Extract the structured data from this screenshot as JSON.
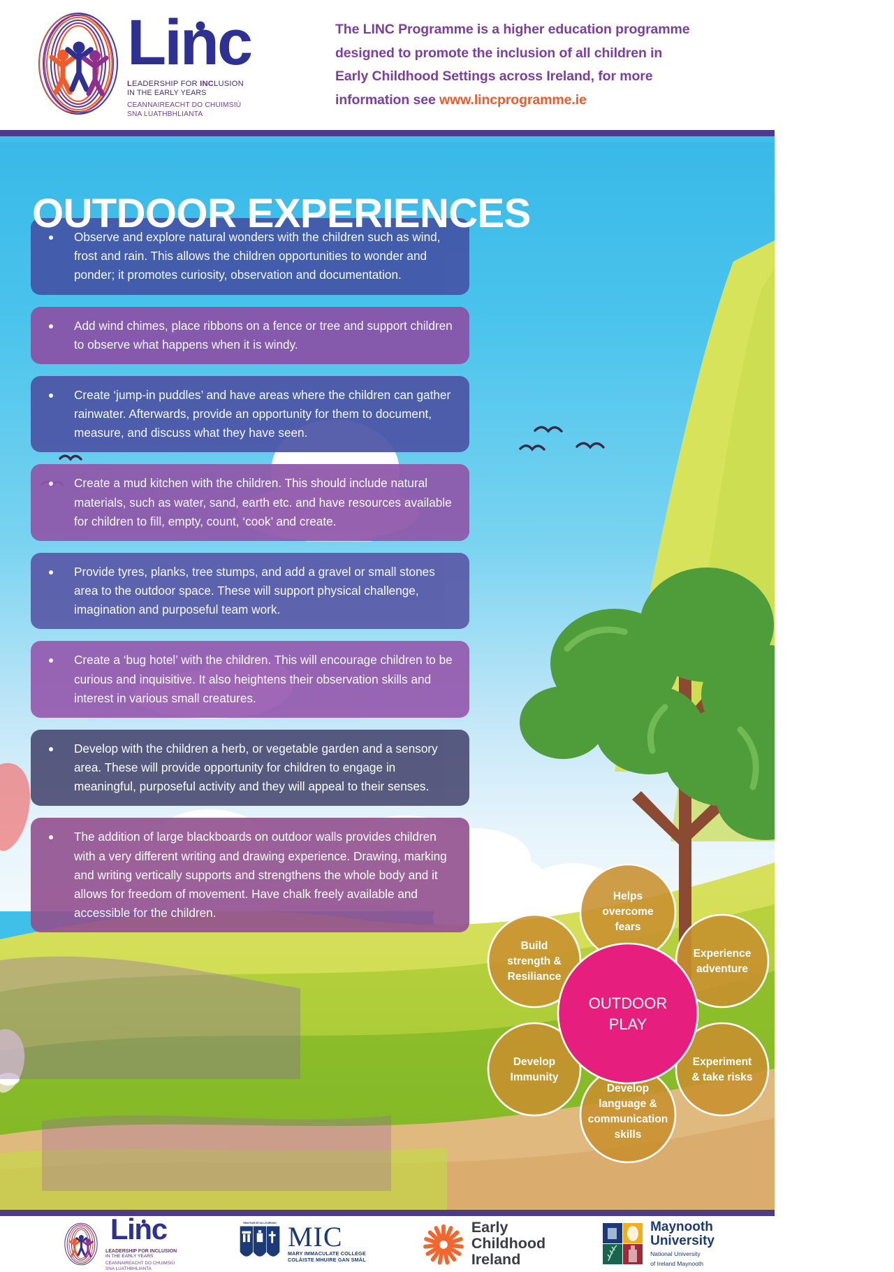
{
  "header": {
    "logo": {
      "wordmark": "Linc",
      "tagline_bold_1": "L",
      "tagline_1": "EADERSHIP FOR ",
      "tagline_bold_2": "INC",
      "tagline_2": "LUSION",
      "tagline_line2": "IN THE EARLY YEARS",
      "tagline_irish_1": "CEANNAIREACHT DO CHUIMSIÚ",
      "tagline_irish_2": "SNA LUATHBHLIANTA"
    },
    "blurb_line1": "The LINC Programme is a higher education programme",
    "blurb_line2": "designed to promote the inclusion of all children in",
    "blurb_line3": "Early Childhood Settings across Ireland, for more",
    "blurb_line4_prefix": "information see ",
    "blurb_url": "www.lincprogramme.ie"
  },
  "poster": {
    "title": "OUTDOOR EXPERIENCES",
    "bullets": [
      {
        "text": "Observe and explore natural wonders with the children such as wind, frost and rain. This allows the children opportunities to wonder and ponder; it promotes curiosity, observation and documentation.",
        "color": "#4455a8"
      },
      {
        "text": "Add wind chimes, place ribbons on a fence or tree and support children to observe what happens when it is windy.",
        "color": "#8a51a8"
      },
      {
        "text": "Create ‘jump-in puddles’ and have areas where the children can gather rainwater. Afterwards, provide an opportunity for them to document, measure, and discuss what they have seen.",
        "color": "#4d55a6"
      },
      {
        "text": "Create a mud kitchen with the children. This should include natural materials, such as water, sand, earth etc. and have resources available for children to fill, empty, count, ‘cook’ and create.",
        "color": "#8f57ab"
      },
      {
        "text": "Provide tyres, planks, tree stumps, and add a gravel or small stones area to the outdoor space. These will support physical challenge, imagination and purposeful team work.",
        "color": "#5a5aa8"
      },
      {
        "text": "Create a ‘bug hotel’ with the children. This will encourage children to be curious and inquisitive. It also heightens their observation skills and interest in various small creatures.",
        "color": "#9557ad"
      },
      {
        "text": "Develop with the children a herb, or vegetable garden and a sensory area. These will provide opportunity for children to engage in meaningful, purposeful activity and they will appeal to their senses.",
        "color": "#4a4a72"
      },
      {
        "text": "The addition of large blackboards on outdoor walls provides children with a very different writing and drawing experience. Drawing, marking and writing vertically supports and strengthens the whole body and it allows for freedom of movement. Have chalk freely available and accessible for the children.",
        "color": "#92508f"
      }
    ]
  },
  "wheel": {
    "center_line1": "OUTDOOR",
    "center_line2": "PLAY",
    "center_color": "#e61e7d",
    "petal_color": "#c8902f",
    "petals": [
      {
        "lines": [
          "Helps",
          "overcome",
          "fears"
        ]
      },
      {
        "lines": [
          "Experience",
          "adventure"
        ]
      },
      {
        "lines": [
          "Experiment",
          "& take risks"
        ]
      },
      {
        "lines": [
          "Develop",
          "language &",
          "communication",
          "skills"
        ]
      },
      {
        "lines": [
          "Develop",
          "Immunity"
        ]
      },
      {
        "lines": [
          "Build",
          "strength &",
          "Resiliance"
        ]
      }
    ]
  },
  "footer": {
    "linc": {
      "line1": "LEADERSHIP FOR INCLUSION",
      "line2": "IN THE EARLY YEARS",
      "line3": "CEANNAIREACHT DO CHUIMSIÚ",
      "line4": "SNA LUATHBHLIANTA"
    },
    "mic": {
      "crest_caption": "BRIATHAR DÉ NA LÓCHRANN",
      "acronym": "MIC",
      "name_en": "MARY IMMACULATE COLLEGE",
      "name_ga": "COLÁISTE MHUIRE GAN SMÁL"
    },
    "eci": {
      "line1": "Early",
      "line2": "Childhood",
      "line3": "Ireland"
    },
    "maynooth": {
      "line1": "Maynooth",
      "line2": "University",
      "sub1": "National University",
      "sub2": "of Ireland Maynooth"
    }
  }
}
